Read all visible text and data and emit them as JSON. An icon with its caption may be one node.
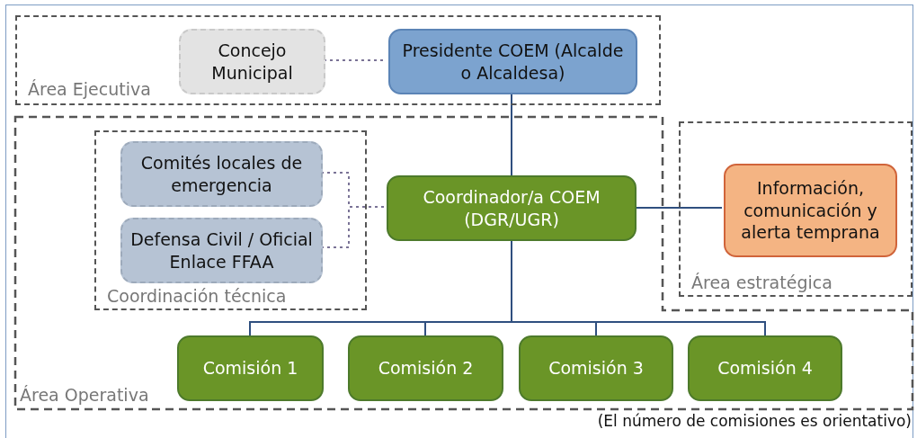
{
  "diagram": {
    "caption": "(El número de comisiones es orientativo)",
    "nodes": [
      {
        "text": [
          "Área Ejecutiva"
        ]
      },
      {
        "text": [
          "Concejo Municipal"
        ],
        "in": 0
      },
      {
        "text": [
          "Presidente COEM (Alcalde o Alcaldesa)"
        ],
        "in": 0
      },
      {
        "text": [
          "Área Operativa"
        ]
      },
      {
        "text": [
          "Coordinación técnica"
        ],
        "in": 3
      },
      {
        "text": [
          "Comités locales de emergencia"
        ],
        "in": 4
      },
      {
        "text": [
          "Defensa Civil / Oficial Enlace FFAA"
        ],
        "in": 4
      },
      {
        "text": [
          "Coordinador/a COEM (DGR/UGR)"
        ],
        "in": 3
      },
      {
        "text": [
          "Área estratégica"
        ]
      },
      {
        "text": [
          "Información, comunicación y alerta temprana"
        ],
        "in": 8
      },
      {
        "text": [
          "Comisión 1"
        ],
        "in": 3
      },
      {
        "text": [
          "Comisión 2"
        ],
        "in": 3
      },
      {
        "text": [
          "Comisión 3"
        ],
        "in": 3
      },
      {
        "text": [
          "Comisión 4"
        ],
        "in": 3
      }
    ],
    "edges": [
      {
        "from": 1,
        "to": 2,
        "arrow": "none",
        "style": "dashed",
        "color": "#7a7396"
      },
      {
        "from": 2,
        "to": 7,
        "arrow": "none"
      },
      {
        "from": 5,
        "to": 7,
        "arrow": "none",
        "style": "dashed",
        "color": "#7a7396"
      },
      {
        "from": 6,
        "to": 7,
        "arrow": "none",
        "style": "dashed",
        "color": "#7a7396"
      },
      {
        "from": 7,
        "to": 9,
        "arrow": "none"
      },
      {
        "from": 7,
        "to": 10,
        "arrow": "none"
      },
      {
        "from": 7,
        "to": 11,
        "arrow": "none"
      },
      {
        "from": 7,
        "to": 12,
        "arrow": "none"
      },
      {
        "from": 7,
        "to": 13,
        "arrow": "none"
      }
    ]
  }
}
